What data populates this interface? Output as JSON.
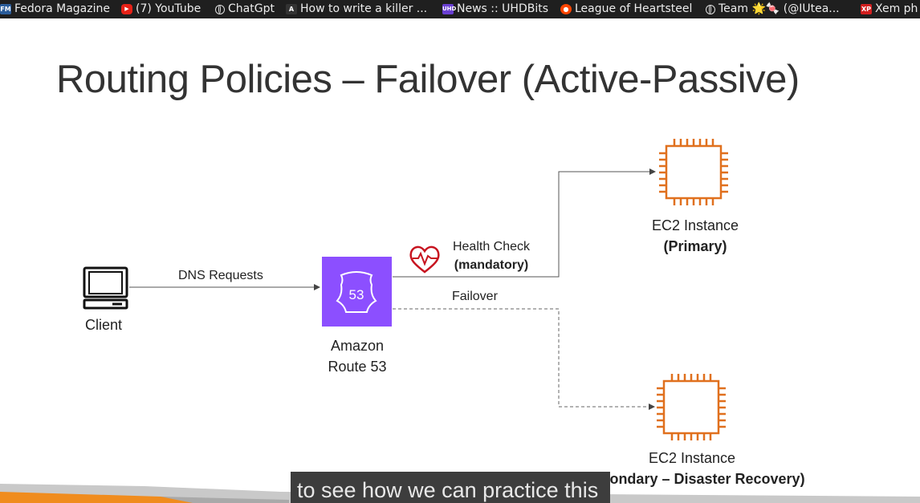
{
  "bookmarks": [
    {
      "label": "Fedora Magazine",
      "icon": "fedora-magazine-icon"
    },
    {
      "label": "(7) YouTube",
      "icon": "youtube-icon"
    },
    {
      "label": "ChatGpt",
      "icon": "globe-icon"
    },
    {
      "label": "How to write a killer ...",
      "icon": "ai-icon"
    },
    {
      "label": "News :: UHDBits",
      "icon": "uhd-icon"
    },
    {
      "label": "League of Heartsteel",
      "icon": "reddit-icon"
    },
    {
      "label": "Team 🌟🍬 (@IUtea...",
      "icon": "globe-icon"
    },
    {
      "label": "Xem ph",
      "icon": "xp-icon"
    }
  ],
  "slide": {
    "title": "Routing Policies – Failover (Active-Passive)",
    "client_label": "Client",
    "dns_label": "DNS Requests",
    "route53_line1": "Amazon",
    "route53_line2": "Route 53",
    "route53_badge": "53",
    "health_check_line1": "Health Check",
    "health_check_line2": "(mandatory)",
    "failover_label": "Failover",
    "primary_line1": "EC2 Instance",
    "primary_line2": "(Primary)",
    "secondary_line1": "EC2 Instance",
    "secondary_line2": "(Secondary – Disaster Recovery)"
  },
  "caption": "to see how we can practice this",
  "colors": {
    "route53": "#8c4fff",
    "ec2": "#e0701e",
    "health": "#c7131f",
    "accent_bar": "#f08c1e"
  }
}
